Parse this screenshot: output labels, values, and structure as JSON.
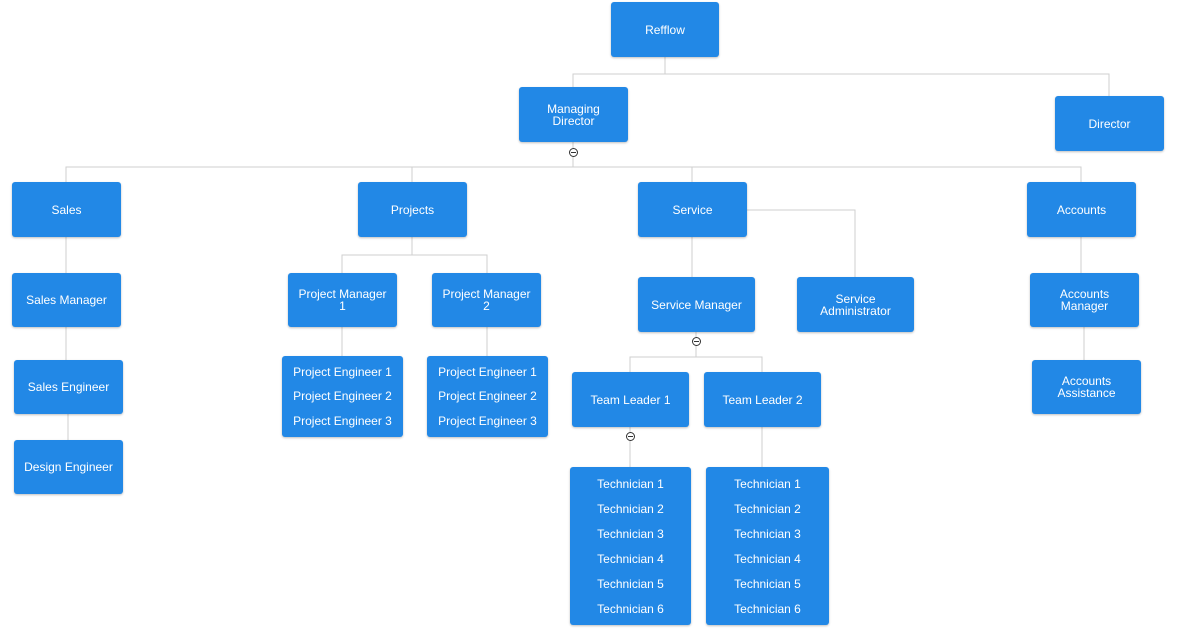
{
  "colors": {
    "node": "#2288e6",
    "connector": "#cfcfcf",
    "text": "#ffffff"
  },
  "toggle_icon": "collapse-minus-icon",
  "nodes": {
    "refflow": "Refflow",
    "managing_director": "Managing\nDirector",
    "director": "Director",
    "sales": "Sales",
    "projects": "Projects",
    "service": "Service",
    "accounts": "Accounts",
    "sales_manager": "Sales Manager",
    "sales_engineer": "Sales Engineer",
    "design_engineer": "Design Engineer",
    "project_manager_1": "Project Manager\n1",
    "project_manager_2": "Project Manager\n2",
    "service_manager": "Service Manager",
    "service_administrator": "Service\nAdministrator",
    "accounts_manager": "Accounts\nManager",
    "accounts_assistance": "Accounts\nAssistance",
    "team_leader_1": "Team Leader 1",
    "team_leader_2": "Team Leader 2"
  },
  "lists": {
    "pm1_engineers": [
      "Project Engineer 1",
      "Project Engineer 2",
      "Project Engineer 3"
    ],
    "pm2_engineers": [
      "Project Engineer 1",
      "Project Engineer 2",
      "Project Engineer 3"
    ],
    "tl1_technicians": [
      "Technician 1",
      "Technician 2",
      "Technician 3",
      "Technician 4",
      "Technician 5",
      "Technician 6"
    ],
    "tl2_technicians": [
      "Technician 1",
      "Technician 2",
      "Technician 3",
      "Technician 4",
      "Technician 5",
      "Technician 6"
    ]
  }
}
